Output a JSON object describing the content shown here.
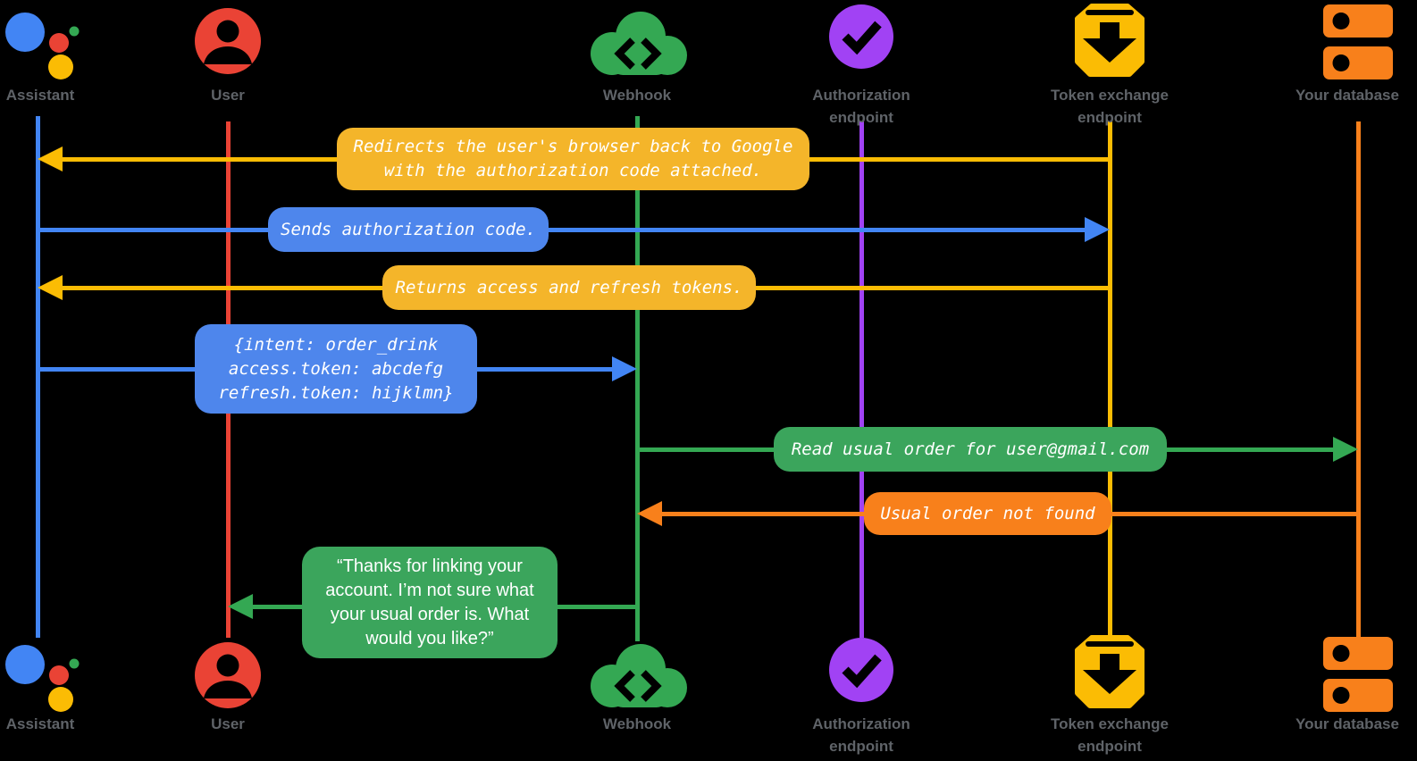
{
  "diagram": {
    "title": "Account linking sequence diagram",
    "background": "#000000",
    "label_color": "#5F6368"
  },
  "actors": [
    {
      "id": "assistant",
      "label": "Assistant",
      "icon": "google-assistant-icon",
      "color": "#4285F4"
    },
    {
      "id": "user",
      "label": "User",
      "icon": "user-avatar-icon",
      "color": "#EA4335"
    },
    {
      "id": "webhook",
      "label": "Webhook",
      "icon": "cloud-code-icon",
      "color": "#34A853"
    },
    {
      "id": "auth",
      "label": "Authorization\nendpoint",
      "icon": "check-circle-icon",
      "color": "#A142F4"
    },
    {
      "id": "token",
      "label": "Token exchange\nendpoint",
      "icon": "inbox-arrow-icon",
      "color": "#FBBC04"
    },
    {
      "id": "database",
      "label": "Your database",
      "icon": "database-icon",
      "color": "#F8801B"
    }
  ],
  "messages": [
    {
      "from": "token",
      "to": "assistant",
      "text": "Redirects the user's browser back to Google\nwith the authorization code attached.",
      "bubble_color": "#F4B52A",
      "arrow_color": "#FBBC04",
      "style": "mono-italic"
    },
    {
      "from": "assistant",
      "to": "token",
      "text": "Sends authorization code.",
      "bubble_color": "#4E86EC",
      "arrow_color": "#4285F4",
      "style": "mono-italic"
    },
    {
      "from": "token",
      "to": "assistant",
      "text": "Returns access and refresh tokens.",
      "bubble_color": "#F4B52A",
      "arrow_color": "#FBBC04",
      "style": "mono-italic"
    },
    {
      "from": "assistant",
      "to": "webhook",
      "text": "{intent: order_drink\naccess.token: abcdefg\nrefresh.token: hijklmn}",
      "bubble_color": "#4E86EC",
      "arrow_color": "#4285F4",
      "style": "mono-italic"
    },
    {
      "from": "webhook",
      "to": "database",
      "text": "Read usual order for user@gmail.com",
      "bubble_color": "#3BA55C",
      "arrow_color": "#34A853",
      "style": "mono-italic"
    },
    {
      "from": "database",
      "to": "webhook",
      "text": "Usual order not found",
      "bubble_color": "#F8801B",
      "arrow_color": "#F8801B",
      "style": "mono-italic"
    },
    {
      "from": "webhook",
      "to": "user",
      "text": "“Thanks for linking your\naccount. I’m not sure what\nyour usual order is. What\nwould you like?”",
      "bubble_color": "#3BA55C",
      "arrow_color": "#34A853",
      "style": "sans"
    }
  ]
}
